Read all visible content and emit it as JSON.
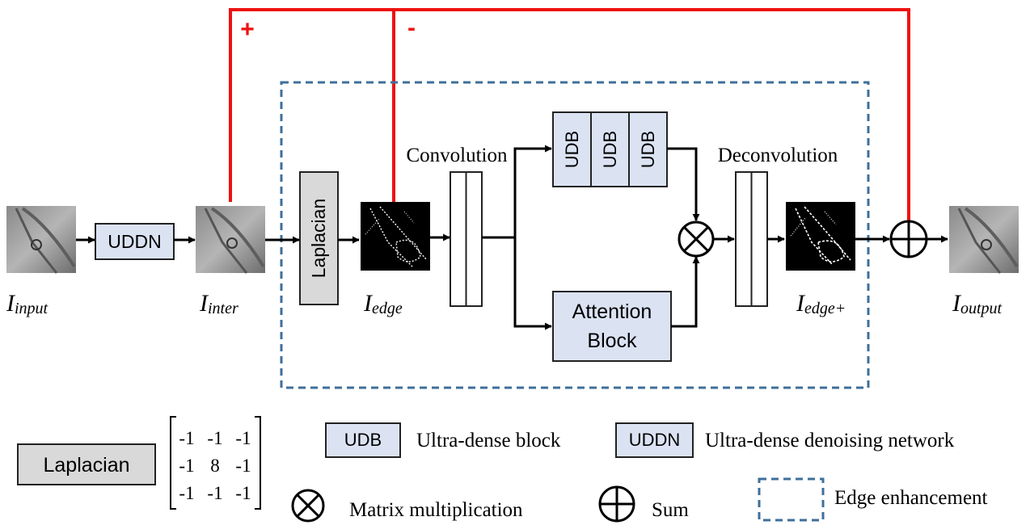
{
  "signs": {
    "plus": "+",
    "minus": "-"
  },
  "blocks": {
    "uddn": "UDDN",
    "laplacian": "Laplacian",
    "udb": [
      "UDB",
      "UDB",
      "UDB"
    ],
    "attention": [
      "Attention",
      "Block"
    ]
  },
  "labels": {
    "convolution": "Convolution",
    "deconvolution": "Deconvolution",
    "i_input": {
      "base": "I",
      "sub": "input"
    },
    "i_inter": {
      "base": "I",
      "sub": "inter"
    },
    "i_edge": {
      "base": "I",
      "sub": "edge"
    },
    "i_edge_plus": {
      "base": "I",
      "sub": "edge+"
    },
    "i_output": {
      "base": "I",
      "sub": "output"
    }
  },
  "legend": {
    "laplacian_box": "Laplacian",
    "matrix": [
      [
        "-1",
        "-1",
        "-1"
      ],
      [
        "-1",
        "8",
        "-1"
      ],
      [
        "-1",
        "-1",
        "-1"
      ]
    ],
    "udb_box": "UDB",
    "udb_text": "Ultra-dense block",
    "uddn_box": "UDDN",
    "uddn_text": "Ultra-dense denoising network",
    "matmul_text": "Matrix multiplication",
    "sum_text": "Sum",
    "edge_text": "Edge enhancement"
  },
  "colors": {
    "block_fill": "#dbe3f3",
    "laplacian_fill": "#d9d9d9",
    "red_path": "#ee1111",
    "dashed_border": "#3f6f9a"
  }
}
